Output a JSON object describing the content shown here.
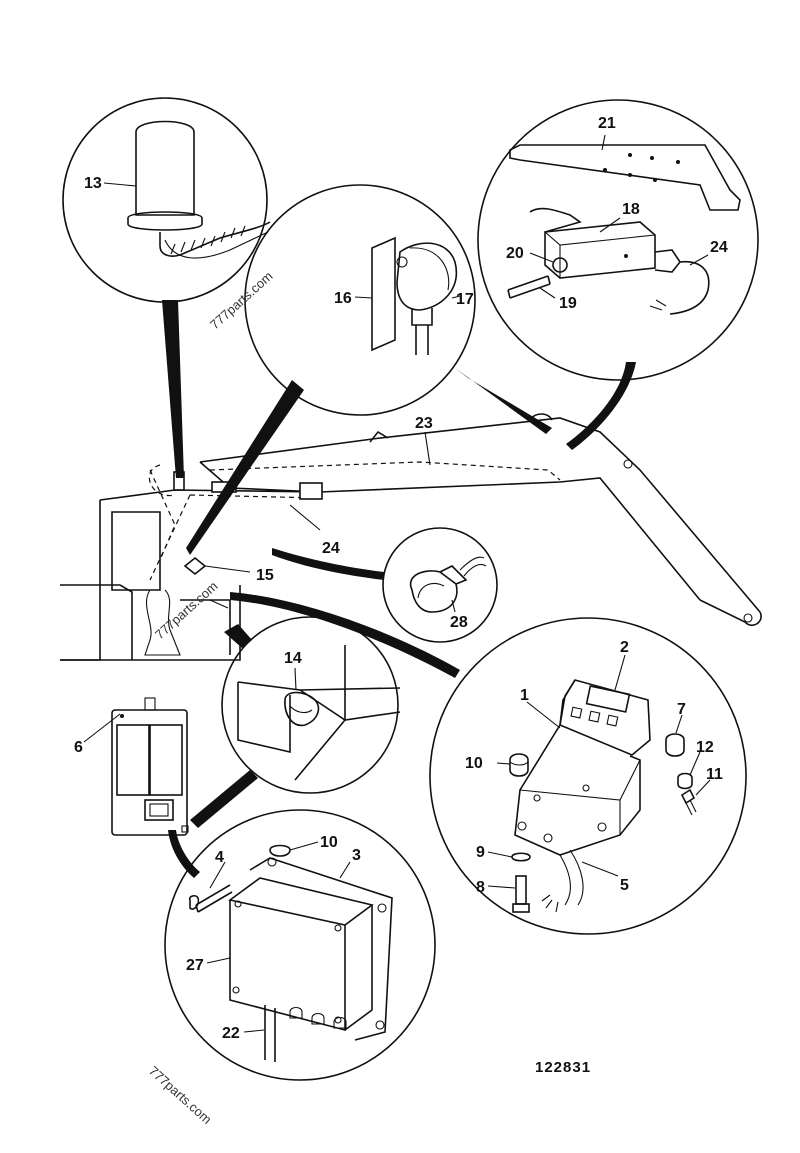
{
  "diagram": {
    "reference_number": "122831",
    "watermarks": [
      "777parts.com",
      "777parts.com",
      "777parts.com"
    ],
    "callouts": {
      "c1": "1",
      "c2": "2",
      "c3": "3",
      "c4": "4",
      "c5": "5",
      "c6": "6",
      "c7": "7",
      "c8": "8",
      "c9": "9",
      "c10a": "10",
      "c10b": "10",
      "c11": "11",
      "c12": "12",
      "c13": "13",
      "c14": "14",
      "c15": "15",
      "c16": "16",
      "c17": "17",
      "c18": "18",
      "c19": "19",
      "c20": "20",
      "c21": "21",
      "c22": "22",
      "c23": "23",
      "c24a": "24",
      "c24b": "24",
      "c27": "27",
      "c28": "28"
    }
  }
}
